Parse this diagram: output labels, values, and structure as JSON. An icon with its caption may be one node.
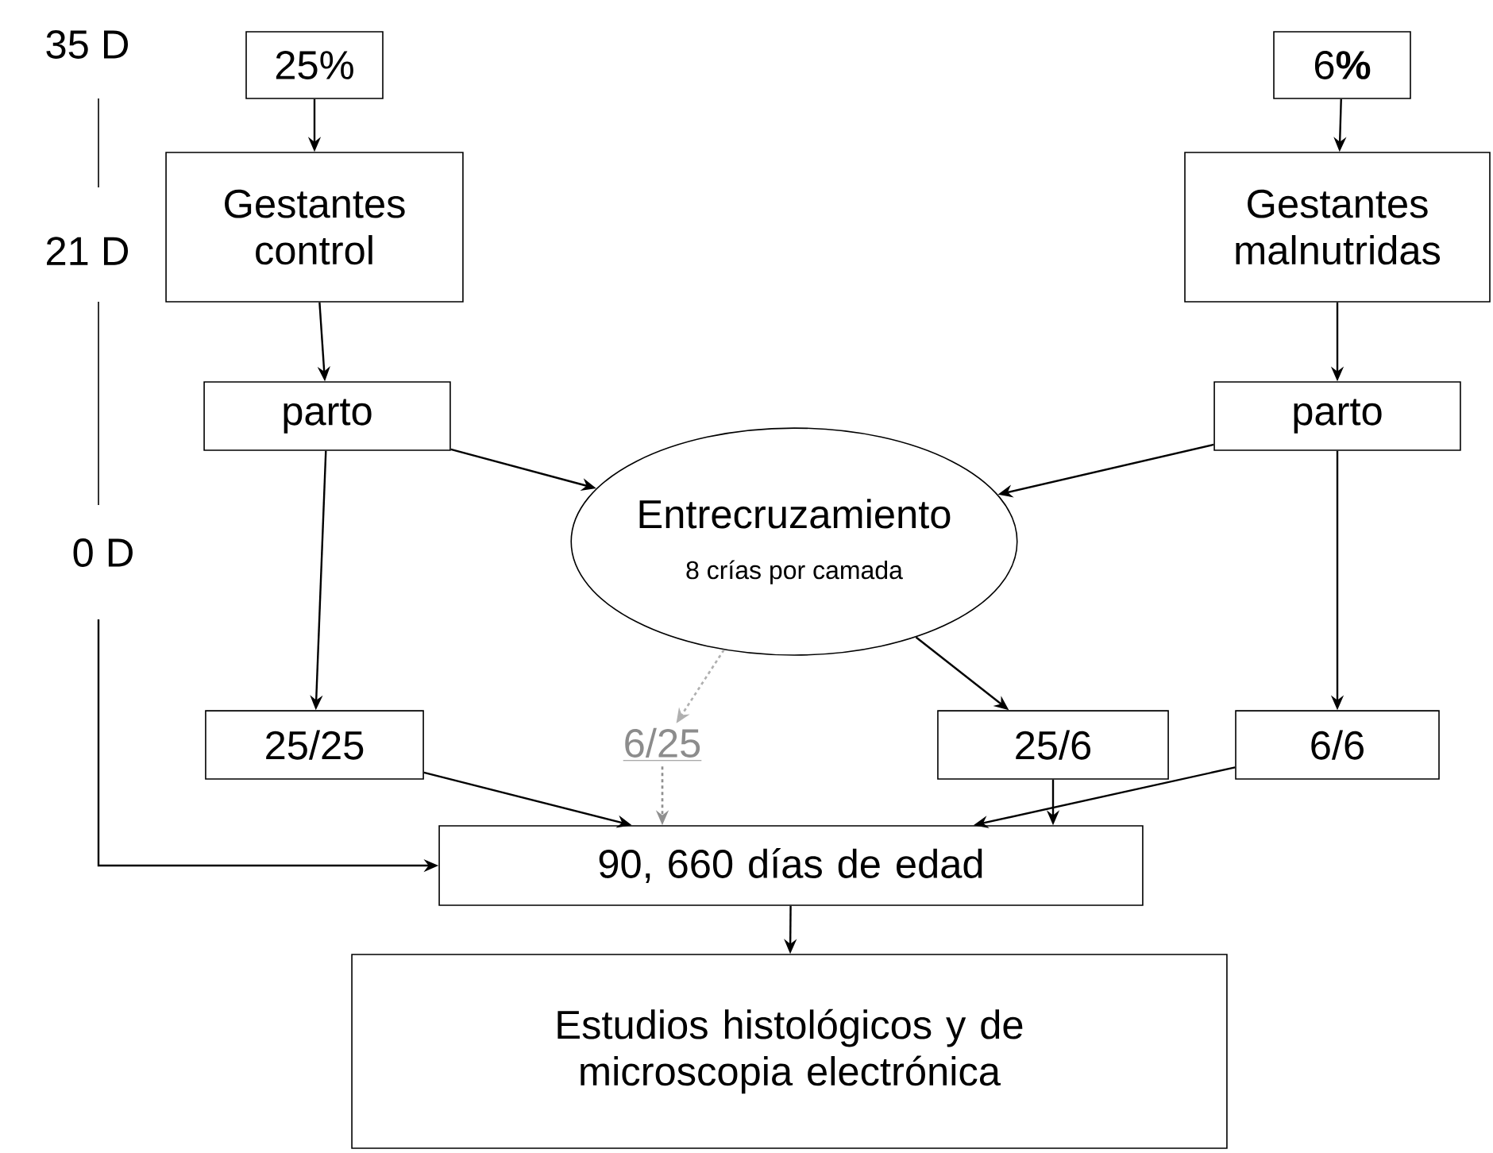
{
  "diagram": {
    "nodes": [
      {
        "text": [
          "25%"
        ]
      },
      {
        "text": [
          "6**%**"
        ]
      },
      {
        "text": [
          "Gestantes control"
        ]
      },
      {
        "text": [
          "Gestantes malnutridas"
        ]
      },
      {
        "text": [
          "parto"
        ]
      },
      {
        "text": [
          "parto"
        ]
      },
      {
        "text": [
          "Entrecruzamiento",
          "8 crías por camada"
        ]
      },
      {
        "text": [
          "25/25"
        ]
      },
      {
        "text": [
          "6/25"
        ]
      },
      {
        "text": [
          "25/6"
        ]
      },
      {
        "text": [
          "6/6"
        ]
      },
      {
        "text": [
          "90, 660 días de edad"
        ]
      },
      {
        "text": [
          "Estudios histológicos y de microscopia electrónica"
        ]
      }
    ],
    "edges": [
      {
        "from": 0,
        "to": 2,
        "arrow": "to"
      },
      {
        "from": 1,
        "to": 3,
        "arrow": "to"
      },
      {
        "from": 2,
        "to": 4,
        "arrow": "to"
      },
      {
        "from": 3,
        "to": 5,
        "arrow": "to"
      },
      {
        "from": 4,
        "to": 6,
        "arrow": "to"
      },
      {
        "from": 5,
        "to": 6,
        "arrow": "to"
      },
      {
        "from": 4,
        "to": 7,
        "arrow": "to"
      },
      {
        "from": 6,
        "to": 8,
        "arrow": "to",
        "style": "dashed",
        "color": "#b0b0b0"
      },
      {
        "from": 6,
        "to": 9,
        "arrow": "to"
      },
      {
        "from": 5,
        "to": 10,
        "arrow": "to"
      },
      {
        "from": 7,
        "to": 11,
        "arrow": "to"
      },
      {
        "from": 8,
        "to": 11,
        "arrow": "to",
        "style": "dashed",
        "color": "#909090"
      },
      {
        "from": 9,
        "to": 11,
        "arrow": "to"
      },
      {
        "from": 10,
        "to": 11,
        "arrow": "to"
      },
      {
        "from": 11,
        "to": 12,
        "arrow": "to"
      },
      {
        "from": null,
        "to": 11,
        "arrow": "to"
      }
    ],
    "labels": [
      "35 D",
      "21 D",
      "0 D"
    ]
  }
}
